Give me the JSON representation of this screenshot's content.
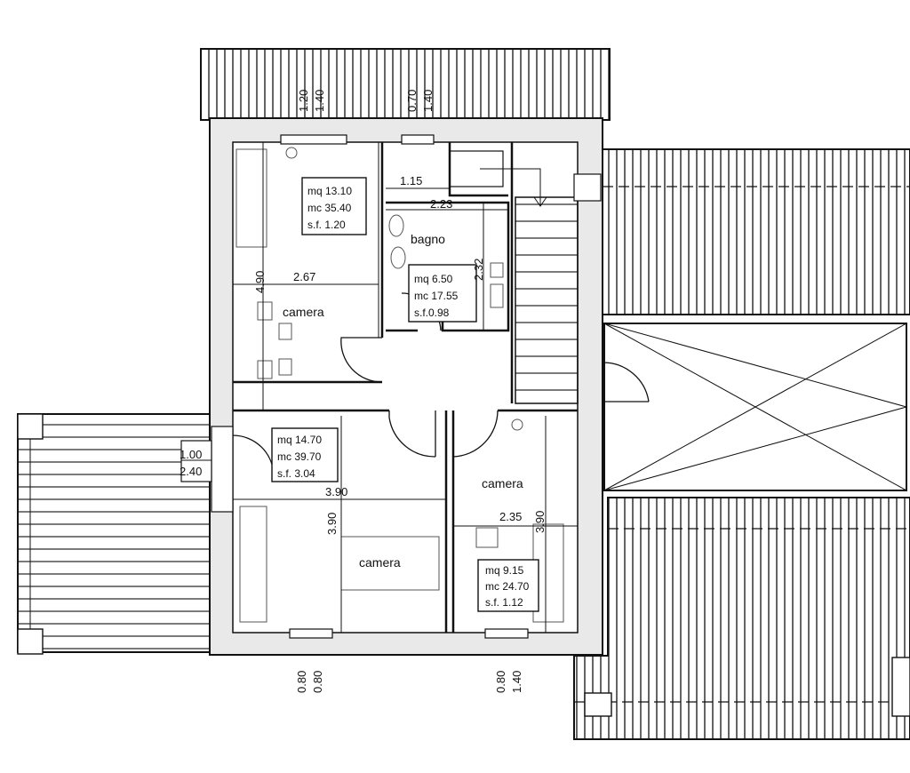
{
  "rooms": {
    "camera1": {
      "label": "camera",
      "info": [
        "mq 13.10",
        "mc 35.40",
        "s.f. 1.20"
      ],
      "width_dim": "2.67",
      "height_dim": "4.90"
    },
    "bagno": {
      "label": "bagno",
      "info": [
        "mq 6.50",
        "mc 17.55",
        "s.f.0.98"
      ],
      "width_dim_top": "1.15",
      "width_dim": "2.23",
      "height_dim": "2.32"
    },
    "camera2": {
      "label": "camera",
      "info": [
        "mq 14.70",
        "mc 39.70",
        "s.f. 3.04"
      ],
      "width_dim": "3.90",
      "height_dim": "3.90"
    },
    "camera3": {
      "label": "camera",
      "info": [
        "mq 9.15",
        "mc 24.70",
        "s.f. 1.12"
      ],
      "width_dim": "2.35",
      "height_dim": "3.90"
    }
  },
  "openings": {
    "top_left": [
      "1.20",
      "1.40"
    ],
    "top_right": [
      "0.70",
      "1.40"
    ],
    "west": [
      "1.00",
      "2.40"
    ],
    "bottom_left": [
      "0.80",
      "0.80"
    ],
    "bottom_right": [
      "0.80",
      "1.40"
    ]
  }
}
